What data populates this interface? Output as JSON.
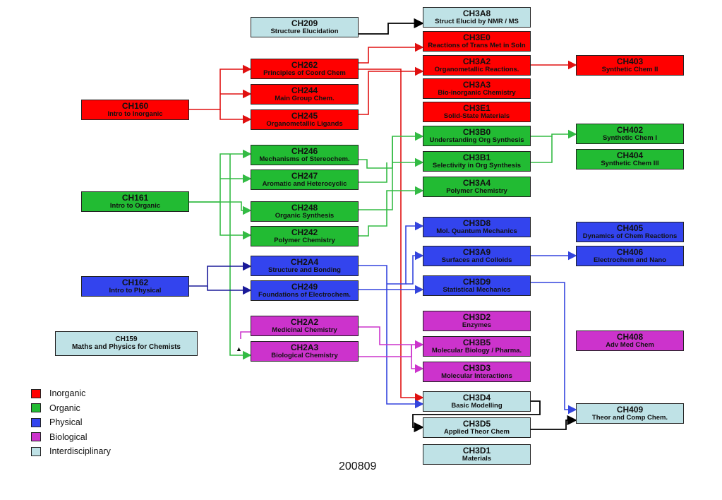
{
  "colors": {
    "inorganic": "#ff0000",
    "organic": "#22bb33",
    "physical": "#3344ee",
    "biological": "#cc33cc",
    "interdisciplinary": "#bfe2e6",
    "arrow_red": "#e01010",
    "arrow_green": "#33bb44",
    "arrow_blue": "#3344dd",
    "arrow_navy": "#1a1a99",
    "arrow_magenta": "#cc33cc",
    "arrow_black": "#000000"
  },
  "courses": {
    "ch209": {
      "code": "CH209",
      "title": "Structure Elucidation"
    },
    "ch262": {
      "code": "CH262",
      "title": "Principles of Coord Chem"
    },
    "ch244": {
      "code": "CH244",
      "title": "Main Group Chem."
    },
    "ch245": {
      "code": "CH245",
      "title": "Organometallic Ligands"
    },
    "ch160": {
      "code": "CH160",
      "title": "Intro to Inorganic"
    },
    "ch246": {
      "code": "CH246",
      "title": "Mechanisms of Stereochem."
    },
    "ch247": {
      "code": "CH247",
      "title": "Aromatic and Heterocyclic"
    },
    "ch161": {
      "code": "CH161",
      "title": "Intro to Organic"
    },
    "ch248": {
      "code": "CH248",
      "title": "Organic Synthesis"
    },
    "ch242": {
      "code": "CH242",
      "title": "Polymer Chemistry"
    },
    "ch2a4": {
      "code": "CH2A4",
      "title": "Structure and Bonding"
    },
    "ch162": {
      "code": "CH162",
      "title": "Intro to Physical"
    },
    "ch249": {
      "code": "CH249",
      "title": "Foundations of Electrochem."
    },
    "ch2a2": {
      "code": "CH2A2",
      "title": "Medicinal Chemistry"
    },
    "ch2a3": {
      "code": "CH2A3",
      "title": "Biological Chemistry"
    },
    "ch159": {
      "code": "CH159",
      "title": "Maths and Physics for Chemists"
    },
    "ch3a8": {
      "code": "CH3A8",
      "title": "Struct Elucid by NMR / MS"
    },
    "ch3e0": {
      "code": "CH3E0",
      "title": "Reactions of Trans Met in Soln"
    },
    "ch3a2": {
      "code": "CH3A2",
      "title": "Organometallic Reactions."
    },
    "ch3a3": {
      "code": "CH3A3",
      "title": "Bio-inorganic Chemistry"
    },
    "ch3e1": {
      "code": "CH3E1",
      "title": "Solid-State Materials"
    },
    "ch3b0": {
      "code": "CH3B0",
      "title": "Understanding Org Synthesis"
    },
    "ch3b1": {
      "code": "CH3B1",
      "title": "Selectivity in Org Synthesis"
    },
    "ch3a4": {
      "code": "CH3A4",
      "title": "Polymer Chemistry"
    },
    "ch3d8": {
      "code": "CH3D8",
      "title": "Mol. Quantum Mechanics"
    },
    "ch3a9": {
      "code": "CH3A9",
      "title": "Surfaces and Colloids"
    },
    "ch3d9": {
      "code": "CH3D9",
      "title": "Statistical Mechanics"
    },
    "ch3d2": {
      "code": "CH3D2",
      "title": "Enzymes"
    },
    "ch3b5": {
      "code": "CH3B5",
      "title": "Molecular Biology / Pharma."
    },
    "ch3d3": {
      "code": "CH3D3",
      "title": "Molecular Interactions"
    },
    "ch3d4": {
      "code": "CH3D4",
      "title": "Basic Modelling"
    },
    "ch3d5": {
      "code": "CH3D5",
      "title": "Applied Theor Chem"
    },
    "ch3d1": {
      "code": "CH3D1",
      "title": "Materials"
    },
    "ch403": {
      "code": "CH403",
      "title": "Synthetic Chem II"
    },
    "ch402": {
      "code": "CH402",
      "title": "Synthetic Chem I"
    },
    "ch404": {
      "code": "CH404",
      "title": "Synthetic Chem III"
    },
    "ch405": {
      "code": "CH405",
      "title": "Dynamics of Chem Reactions"
    },
    "ch406": {
      "code": "CH406",
      "title": "Electrochem and Nano"
    },
    "ch408": {
      "code": "CH408",
      "title": "Adv Med Chem"
    },
    "ch409": {
      "code": "CH409",
      "title": "Theor and Comp Chem."
    }
  },
  "legend": [
    {
      "label": "Inorganic",
      "color": "#ff0000"
    },
    {
      "label": "Organic",
      "color": "#22bb33"
    },
    {
      "label": "Physical",
      "color": "#3344ee"
    },
    {
      "label": "Biological",
      "color": "#cc33cc"
    },
    {
      "label": "Interdisciplinary",
      "color": "#bfe2e6"
    }
  ],
  "year_label": "200809"
}
